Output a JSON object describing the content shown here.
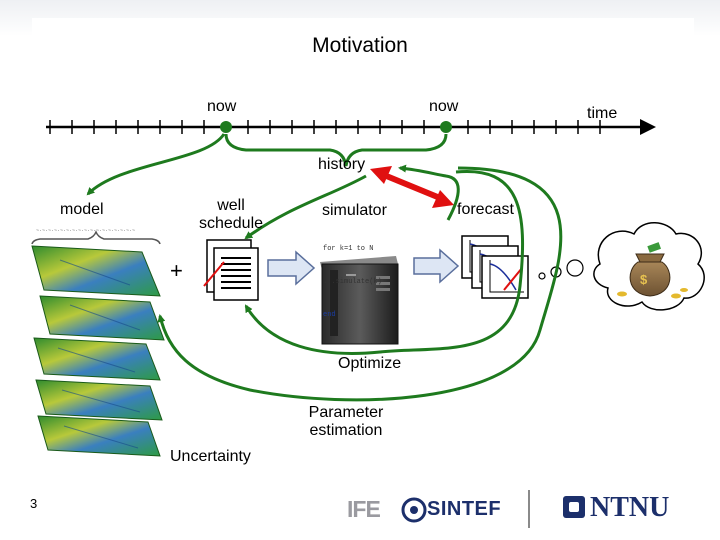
{
  "slide": {
    "title": "Motivation",
    "number": "3"
  },
  "timeline": {
    "now_left": "now",
    "now_right": "now",
    "time": "time",
    "history": "history"
  },
  "nodes": {
    "model": "model",
    "well_schedule_line1": "well",
    "well_schedule_line2": "schedule",
    "simulator": "simulator",
    "forecast": "forecast",
    "optimize": "Optimize",
    "parameter_estimation_line1": "Parameter",
    "parameter_estimation_line2": "estimation",
    "uncertainty": "Uncertainty",
    "plus": "+"
  },
  "code": {
    "line1": "for k=1 to N",
    "line2": "...simulate(k)",
    "line3": "end"
  },
  "logos": {
    "ife": "IFE",
    "sintef": "SINTEF",
    "ntnu": "NTNU"
  },
  "colors": {
    "arrow_green": "#1e7a1e",
    "history_arrow_red": "#e01010",
    "timeline": "#000000",
    "process_arrow_fill": "#dde6f4",
    "process_arrow_stroke": "#5a6f9c"
  }
}
